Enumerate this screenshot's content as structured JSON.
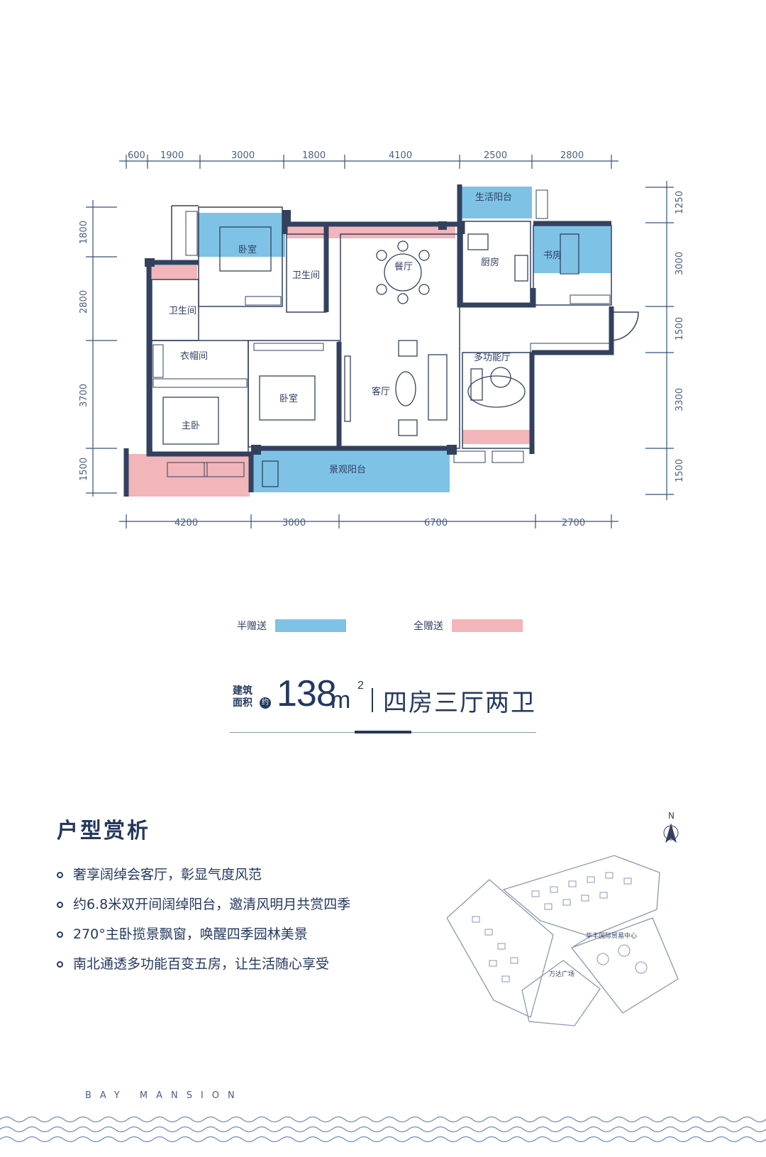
{
  "dimensions": {
    "top": [
      "600",
      "1900",
      "3000",
      "1800",
      "4100",
      "2500",
      "2800"
    ],
    "bottom": [
      "4200",
      "3000",
      "6700",
      "2700"
    ],
    "left": [
      "1800",
      "2800",
      "3700",
      "1500"
    ],
    "right": [
      "1250",
      "3000",
      "1500",
      "3300",
      "1500"
    ]
  },
  "rooms": {
    "bedroom_top": "卧室",
    "bath_top": "卫生间",
    "dining": "餐厅",
    "service_balcony": "生活阳台",
    "kitchen": "厨房",
    "study": "书房",
    "bath_left": "卫生间",
    "cloakroom": "衣帽间",
    "bedroom_mid": "卧室",
    "living": "客厅",
    "multi_hall": "多功能厅",
    "master": "主卧",
    "view_balcony": "景观阳台"
  },
  "legend": {
    "half_gift": {
      "label": "半赠送",
      "color": "#7ec3e6"
    },
    "full_gift": {
      "label": "全赠送",
      "color": "#f2b5b9"
    }
  },
  "headline": {
    "area_caption": "建筑面积",
    "approx": "约",
    "area_value": "138",
    "area_unit": "m",
    "area_sup": "2",
    "layout_type": "四房三厅两卫"
  },
  "analysis": {
    "title": "户型赏析",
    "points": [
      "奢享阔绰会客厅，彰显气度风范",
      "约6.8米双开间阔绰阳台，邀清风明月共赏四季",
      "270°主卧揽景飘窗，唤醒四季园林美景",
      "南北通透多功能百变五房，让生活随心享受"
    ]
  },
  "site_map": {
    "north": "N",
    "trade_center": "华丰国际贸易中心",
    "plaza": "万达广场"
  },
  "footer": {
    "brand": "BAY MANSION"
  }
}
